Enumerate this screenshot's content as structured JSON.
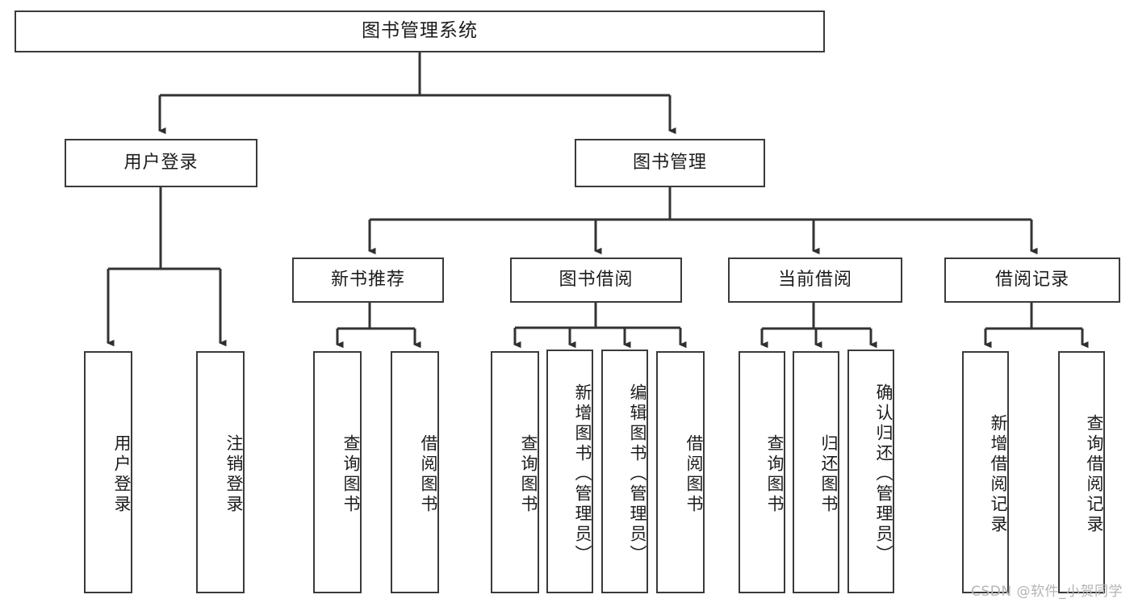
{
  "diagram": {
    "title": "图书管理系统",
    "type": "功能结构图",
    "style": {
      "box_border_color": "#3a3a3a",
      "box_fill_color": "#ffffff",
      "line_color": "#333333",
      "background": "#ffffff",
      "watermark_color": "#b4b4b4"
    },
    "watermark": "CSDN @软件_小贺同学",
    "root": {
      "label": "图书管理系统",
      "children": [
        {
          "label": "用户登录",
          "children": [
            {
              "label": "用户登录"
            },
            {
              "label": "注销登录"
            }
          ]
        },
        {
          "label": "图书管理",
          "children": [
            {
              "label": "新书推荐",
              "children": [
                {
                  "label": "查询图书"
                },
                {
                  "label": "借阅图书"
                }
              ]
            },
            {
              "label": "图书借阅",
              "children": [
                {
                  "label": "查询图书"
                },
                {
                  "label": "新增图书（管理员）"
                },
                {
                  "label": "编辑图书（管理员）"
                },
                {
                  "label": "借阅图书"
                }
              ]
            },
            {
              "label": "当前借阅",
              "children": [
                {
                  "label": "查询图书"
                },
                {
                  "label": "归还图书"
                },
                {
                  "label": "确认归还（管理员）"
                }
              ]
            },
            {
              "label": "借阅记录",
              "children": [
                {
                  "label": "新增借阅记录"
                },
                {
                  "label": "查询借阅记录"
                }
              ]
            }
          ]
        }
      ]
    },
    "nodes": {
      "root": "图书管理系统",
      "user_login": "用户登录",
      "book_manage": "图书管理",
      "new_book_rec": "新书推荐",
      "book_borrow": "图书借阅",
      "current_borrow": "当前借阅",
      "borrow_record": "借阅记录",
      "leaf_user_login": "用户登录",
      "leaf_logout": "注销登录",
      "leaf_query_book_1": "查询图书",
      "leaf_borrow_book_1": "借阅图书",
      "leaf_query_book_2": "查询图书",
      "leaf_add_book_admin": "新增图书（管理员）",
      "leaf_edit_book_admin": "编辑图书（管理员）",
      "leaf_borrow_book_2": "借阅图书",
      "leaf_query_book_3": "查询图书",
      "leaf_return_book": "归还图书",
      "leaf_confirm_return_admin": "确认归还（管理员）",
      "leaf_add_record": "新增借阅记录",
      "leaf_query_record": "查询借阅记录"
    }
  }
}
